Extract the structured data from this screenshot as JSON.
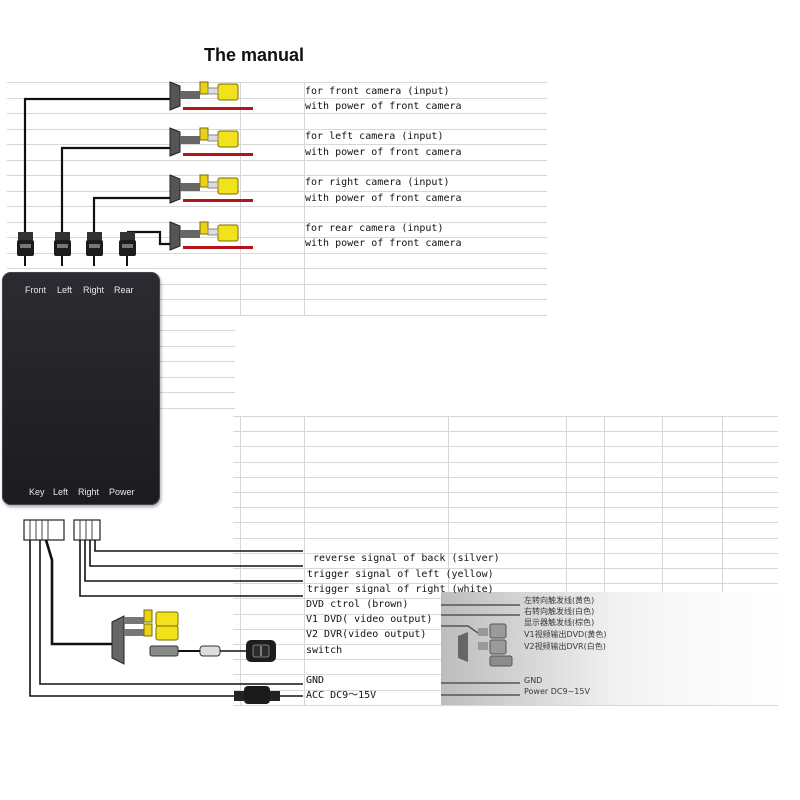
{
  "title": "The manual",
  "camera_labels": [
    {
      "input": "for front camera (input)",
      "power": "with power of front camera"
    },
    {
      "input": "for left camera (input)",
      "power": "with power of front camera"
    },
    {
      "input": "for right camera (input)",
      "power": "with power of front camera"
    },
    {
      "input": "for rear camera (input)",
      "power": "with power of front camera"
    }
  ],
  "box": {
    "top_ports": [
      "Front",
      "Left",
      "Right",
      "Rear"
    ],
    "bottom_ports": [
      "Key",
      "Left",
      "Right",
      "Power"
    ]
  },
  "signal_labels": [
    "reverse signal of back (silver)",
    "trigger signal of left (yellow)",
    "trigger signal of right (white)",
    "DVD ctrol (brown)",
    "V1 DVD( video output)",
    "V2 DVR(video output)",
    "switch",
    "GND",
    "ACC DC9～15V"
  ],
  "photo_labels": [
    "左转向触发线(黄色)",
    "右转向触发线(白色)",
    "显示器触发线(棕色)",
    "V1视频输出DVD(黄色)",
    "V2视频输出DVR(白色)",
    "GND",
    "Power DC9~15V"
  ],
  "colors": {
    "rca_yellow": "#f1e21c",
    "power_red": "#b4141a",
    "box": "#222227"
  }
}
